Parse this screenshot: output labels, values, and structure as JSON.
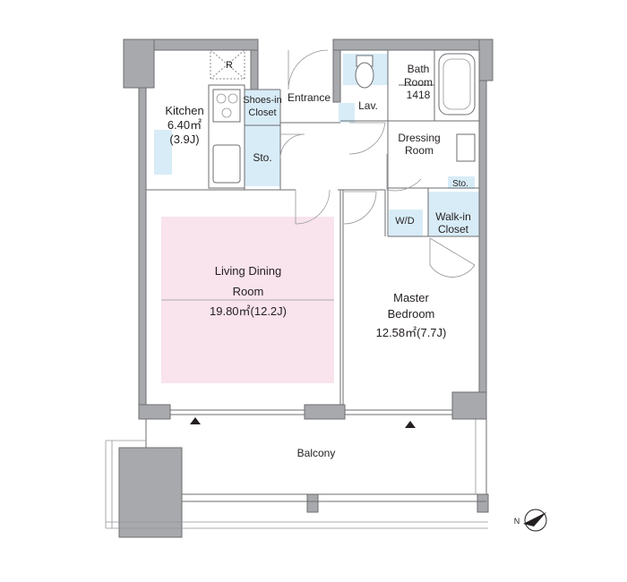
{
  "colors": {
    "wall": "#a7a9ac",
    "storage_fill": "#d8ecf7",
    "living_area_fill": "#f9e3ec",
    "text": "#231f20"
  },
  "rooms": {
    "kitchen": {
      "name": "Kitchen",
      "area": "6.40㎡",
      "tatami": "(3.9J)"
    },
    "refrigerator_mark": "R",
    "shoes_closet": {
      "line1": "Shoes-in",
      "line2": "Closet"
    },
    "entrance": "Entrance",
    "storage": "Sto.",
    "lavatory": "Lav.",
    "bath_room": {
      "line1": "Bath",
      "line2": "Room",
      "line3": "1418"
    },
    "dressing_room": {
      "line1": "Dressing",
      "line2": "Room"
    },
    "small_storage": "Sto.",
    "washer_dryer": "W/D",
    "walk_in_closet": {
      "line1": "Walk-in",
      "line2": "Closet"
    },
    "living_dining": {
      "line1": "Living Dining",
      "line2": "Room",
      "line3": "19.80㎡(12.2J)"
    },
    "master_bedroom": {
      "line1": "Master",
      "line2": "Bedroom",
      "line3": "12.58㎡(7.7J)"
    },
    "balcony": "Balcony"
  },
  "compass": {
    "north_label": "N"
  }
}
